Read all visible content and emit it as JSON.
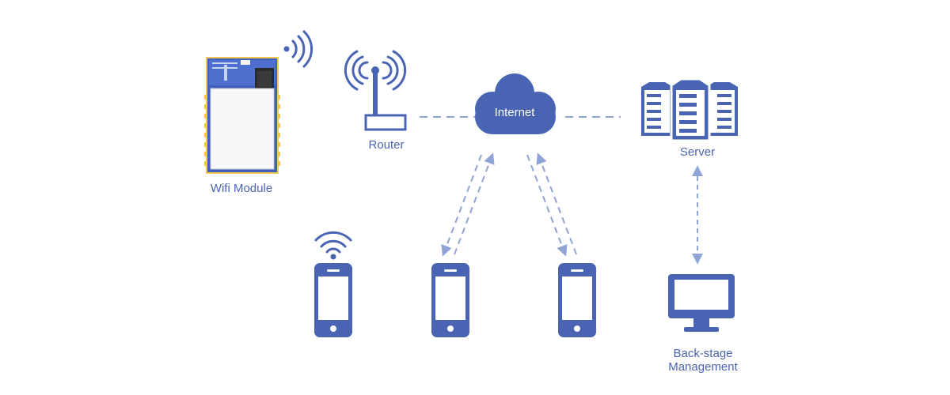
{
  "nodes": {
    "wifi_module": {
      "label": "Wifi Module",
      "icon": "wifi-module-icon"
    },
    "router": {
      "label": "Router",
      "icon": "router-icon"
    },
    "internet": {
      "label": "Internet",
      "icon": "cloud-icon"
    },
    "server": {
      "label": "Server",
      "icon": "server-rack-icon"
    },
    "backstage": {
      "label_line1": "Back-stage",
      "label_line2": "Management",
      "icon": "monitor-icon"
    },
    "phone_local": {
      "icon": "smartphone-icon"
    },
    "phone_remote_1": {
      "icon": "smartphone-icon"
    },
    "phone_remote_2": {
      "icon": "smartphone-icon"
    }
  },
  "colors": {
    "primary": "#4a64b4",
    "module_board": "#3f5fbf",
    "module_pad": "#f2c94c",
    "chip": "#2b2b2b",
    "connector": "#8fa3d6"
  }
}
